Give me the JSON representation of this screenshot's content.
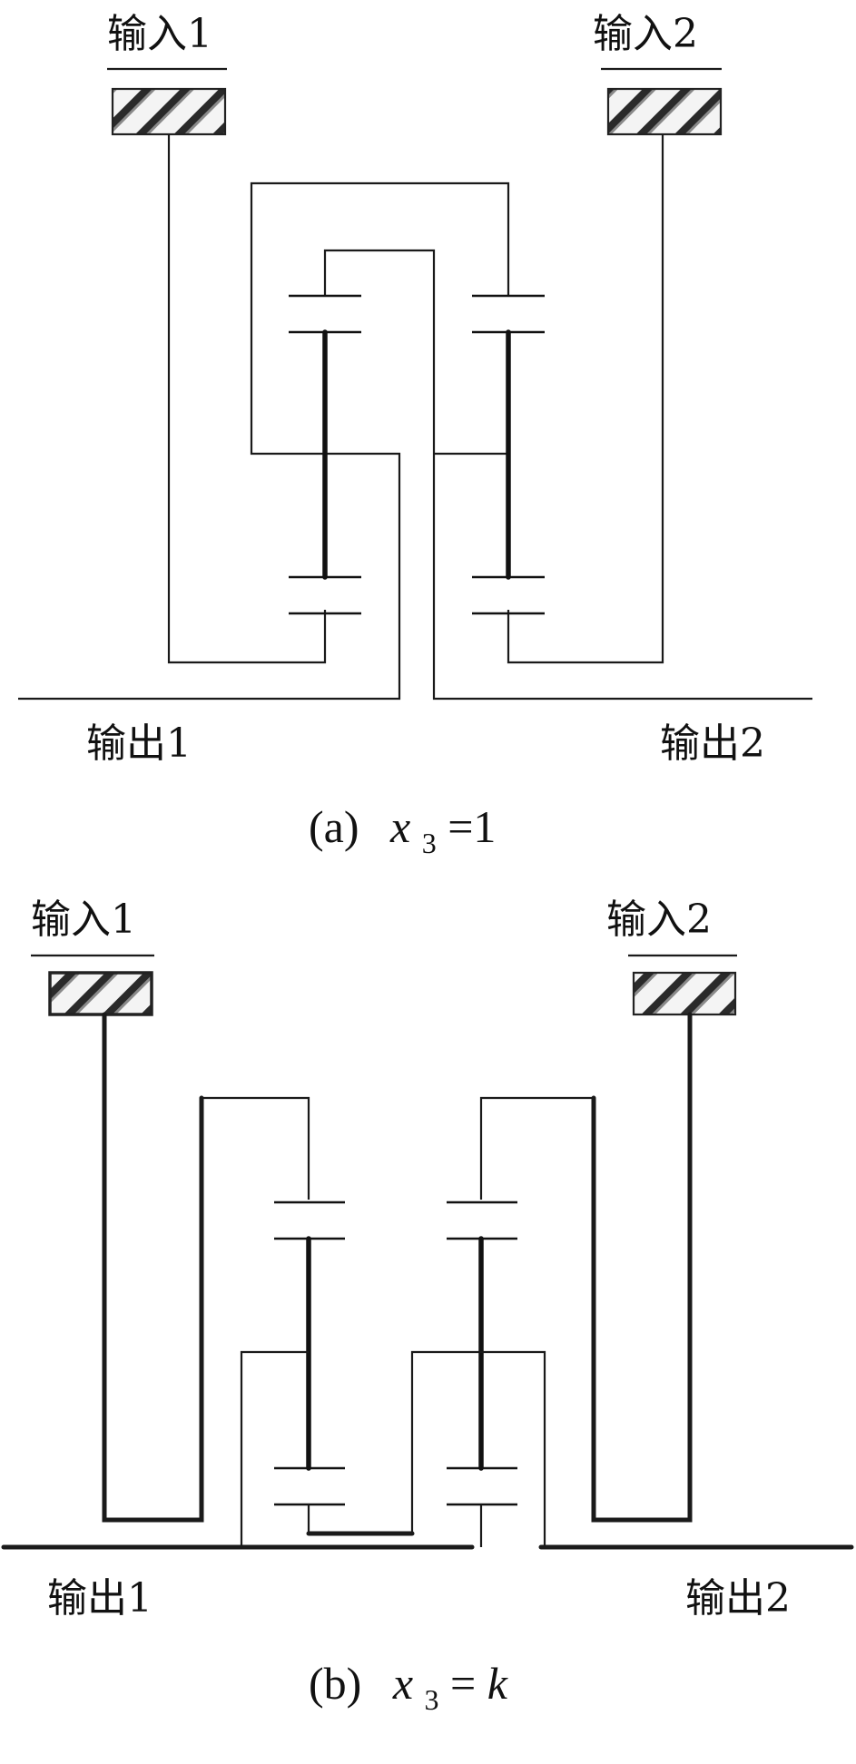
{
  "diagram_a": {
    "input1_label": "输入1",
    "input2_label": "输入2",
    "output1_label": "输出1",
    "output2_label": "输出2",
    "caption_prefix": "(a)",
    "caption_var": "x",
    "caption_sub": "3",
    "caption_eq": "=1"
  },
  "diagram_b": {
    "input1_label": "输入1",
    "input2_label": "输入2",
    "output1_label": "输出1",
    "output2_label": "输出2",
    "caption_prefix": "(b)",
    "caption_var": "x",
    "caption_sub": "3",
    "caption_eq": "=",
    "caption_k": "k"
  }
}
